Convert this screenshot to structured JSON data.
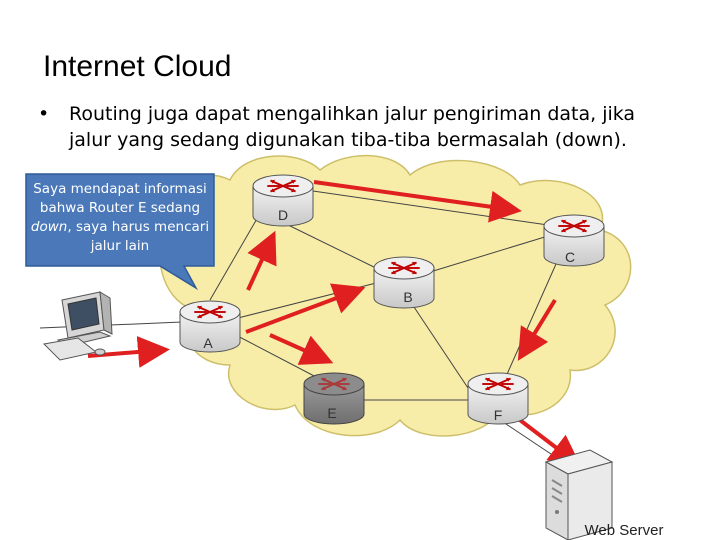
{
  "slide": {
    "title": "Internet Cloud",
    "bullet_marker": "•",
    "bullet_text": "Routing juga dapat mengalihkan jalur pengiriman data, jika jalur yang sedang digunakan tiba-tiba bermasalah (down)."
  },
  "callout": {
    "line1": "Saya mendapat informasi",
    "line2": "bahwa Router E sedang",
    "line3_em": "down",
    "line3_rest": ", saya harus mencari",
    "line4": "jalur lain"
  },
  "routers": {
    "a": "A",
    "b": "B",
    "c": "C",
    "d": "D",
    "e": "E",
    "f": "F"
  },
  "server_label": "Web Server",
  "colors": {
    "cloud": "#f7eda8",
    "cloud_stroke": "#cdbf6a",
    "router_body": "#d9d9d9",
    "router_down": "#7f7f7f",
    "arrow": "#e02020",
    "callout": "#4a78b8"
  }
}
